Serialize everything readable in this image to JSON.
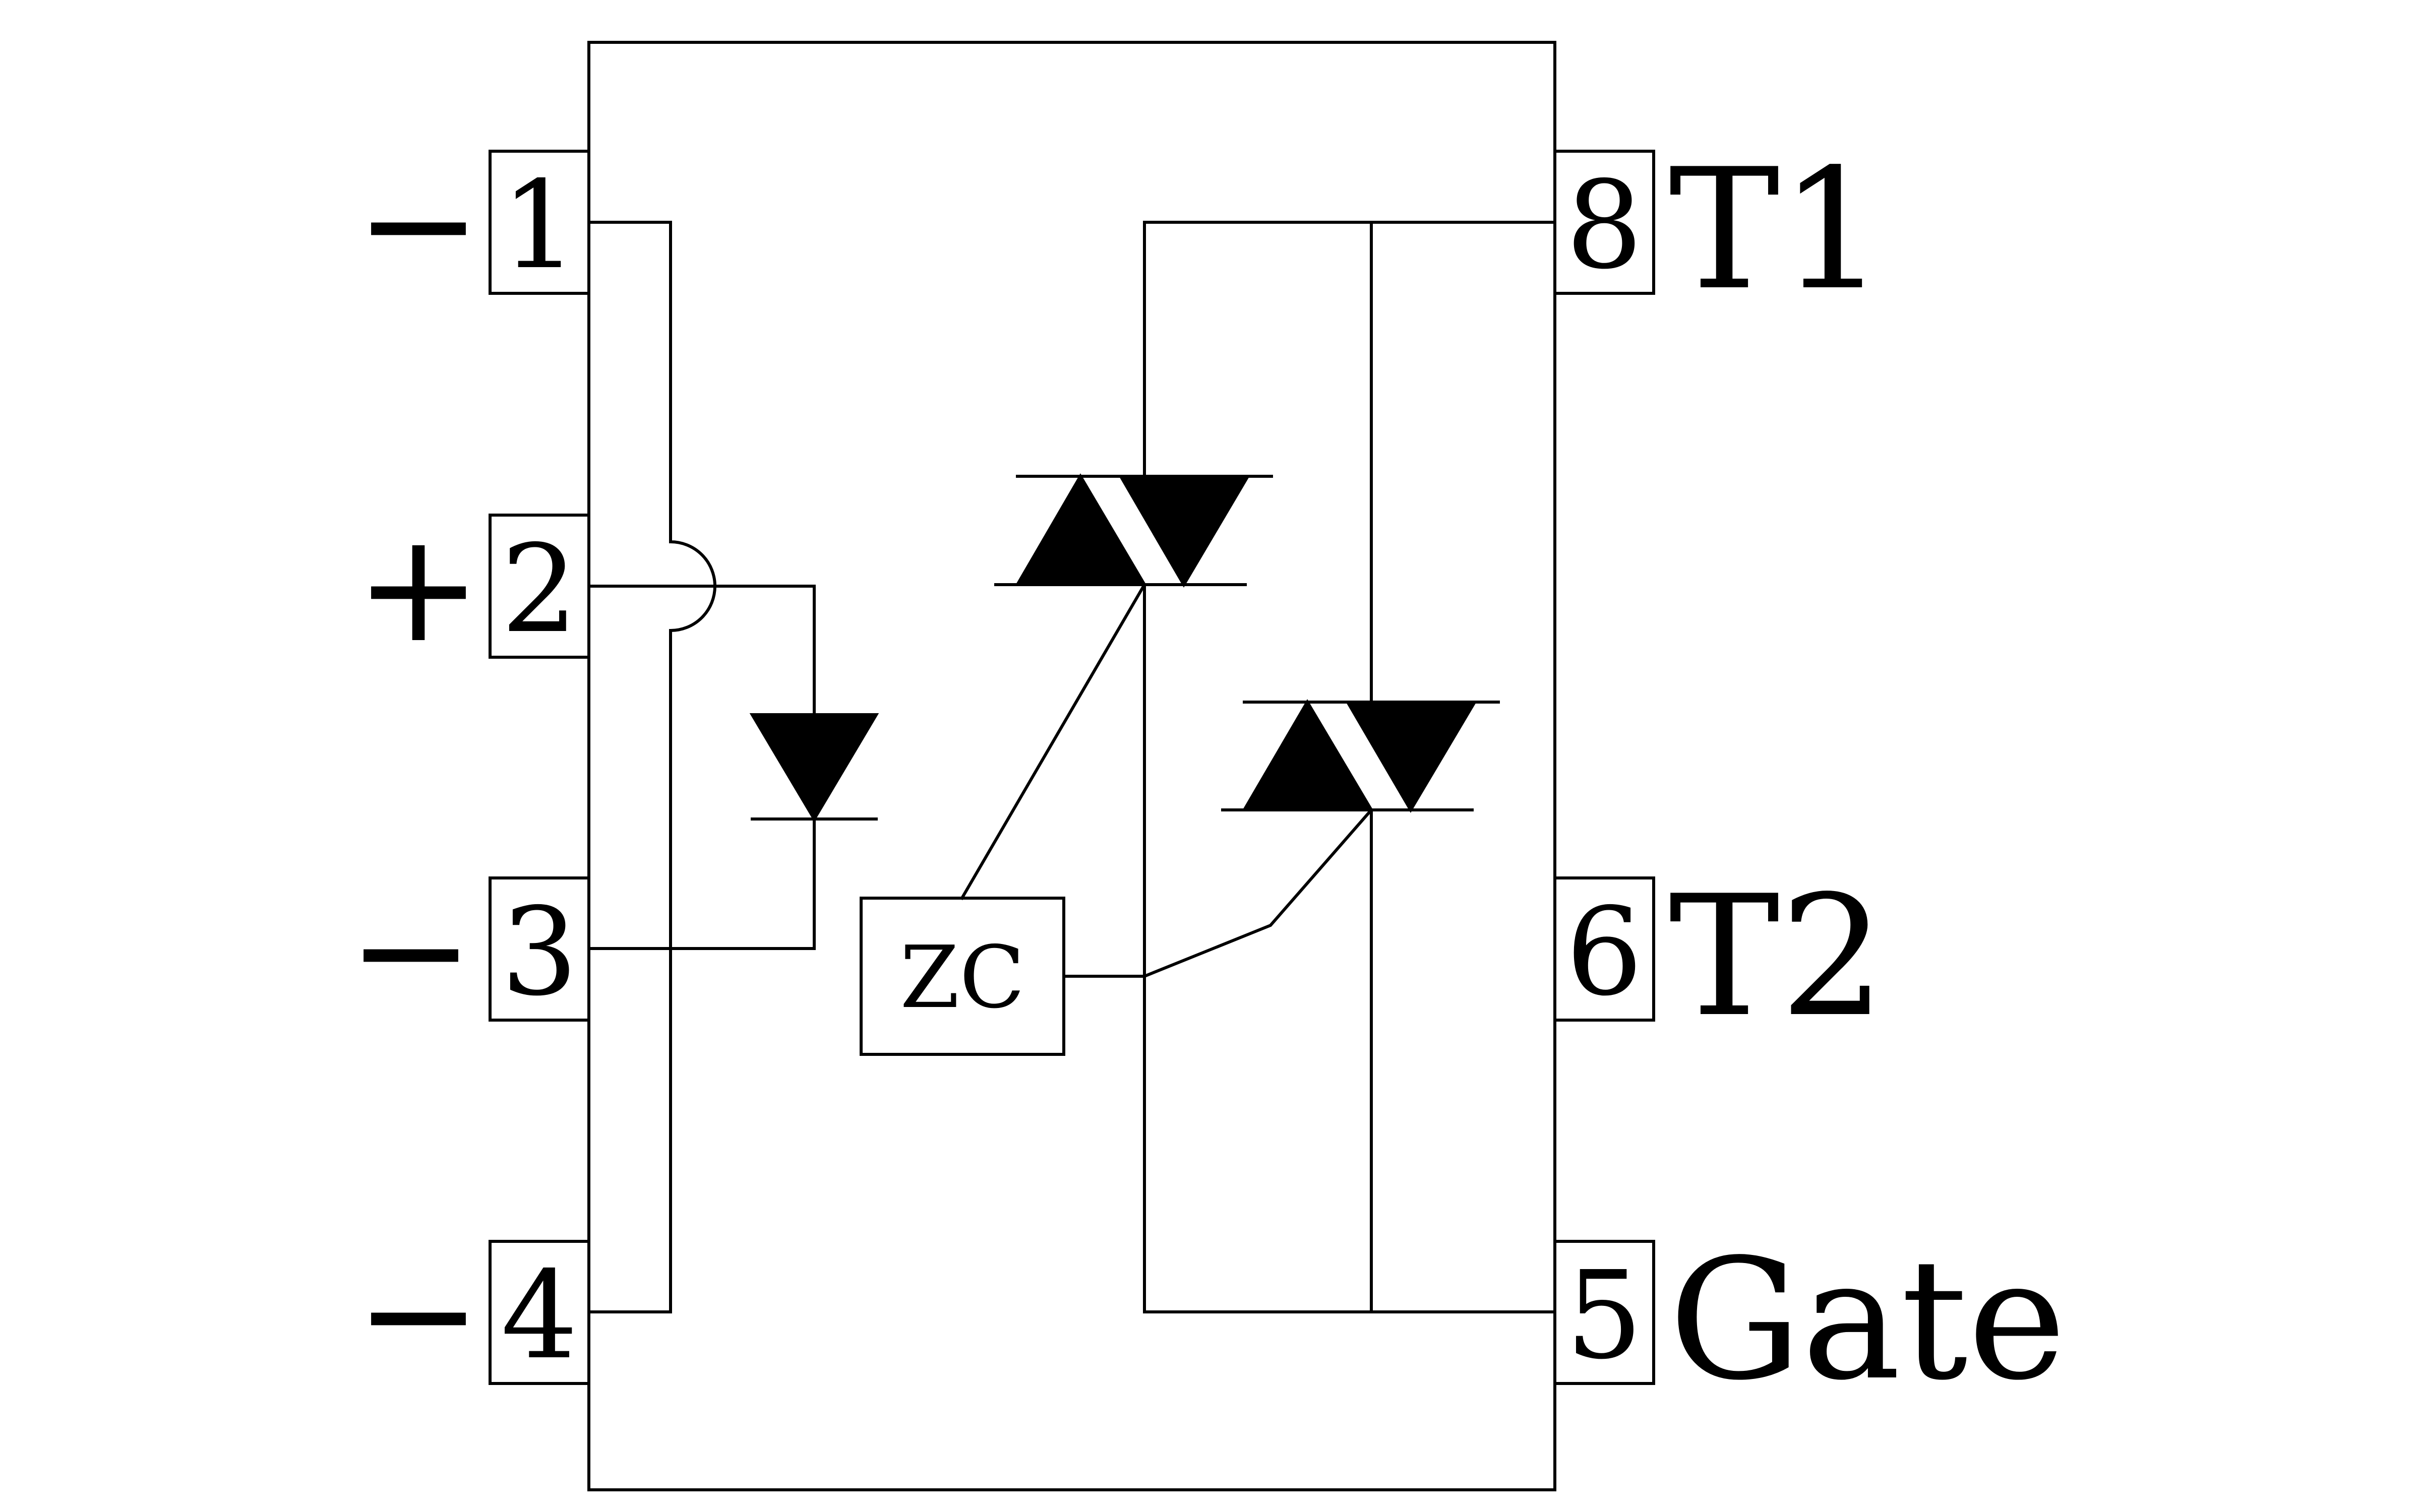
{
  "diagram": {
    "left_pins": [
      {
        "number": "1",
        "sign": "−"
      },
      {
        "number": "2",
        "sign": "+"
      },
      {
        "number": "3",
        "sign": "−"
      },
      {
        "number": "4",
        "sign": "−"
      }
    ],
    "right_pins": [
      {
        "number": "8",
        "label": "T1"
      },
      {
        "number": "6",
        "label": "T2"
      },
      {
        "number": "5",
        "label": "Gate"
      }
    ],
    "zero_cross_label": "ZC"
  }
}
